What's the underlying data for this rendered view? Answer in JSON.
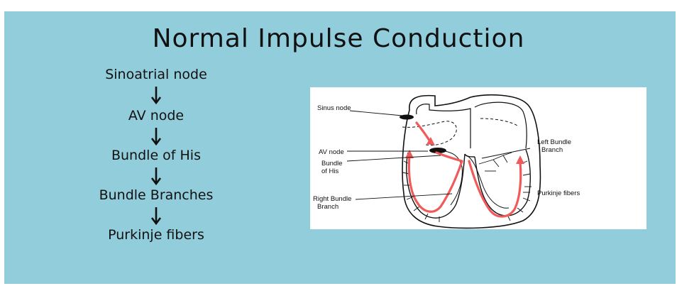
{
  "slide": {
    "title": "Normal Impulse Conduction",
    "flow_steps": [
      "Sinoatrial node",
      "AV node",
      "Bundle of His",
      "Bundle Branches",
      "Purkinje fibers"
    ]
  },
  "diagram": {
    "labels": {
      "sinus_node": "Sinus node",
      "av_node": "AV node",
      "bundle_of_his_1": "Bundle",
      "bundle_of_his_2": "of His",
      "right_bundle_1": "Right Bundle",
      "right_bundle_2": "Branch",
      "left_bundle_1": "Left Bundle",
      "left_bundle_2": "Branch",
      "purkinje": "Purkinje fibers"
    },
    "colors": {
      "conduction_arrows": "#f05a5a",
      "background": "#92cddc"
    }
  }
}
